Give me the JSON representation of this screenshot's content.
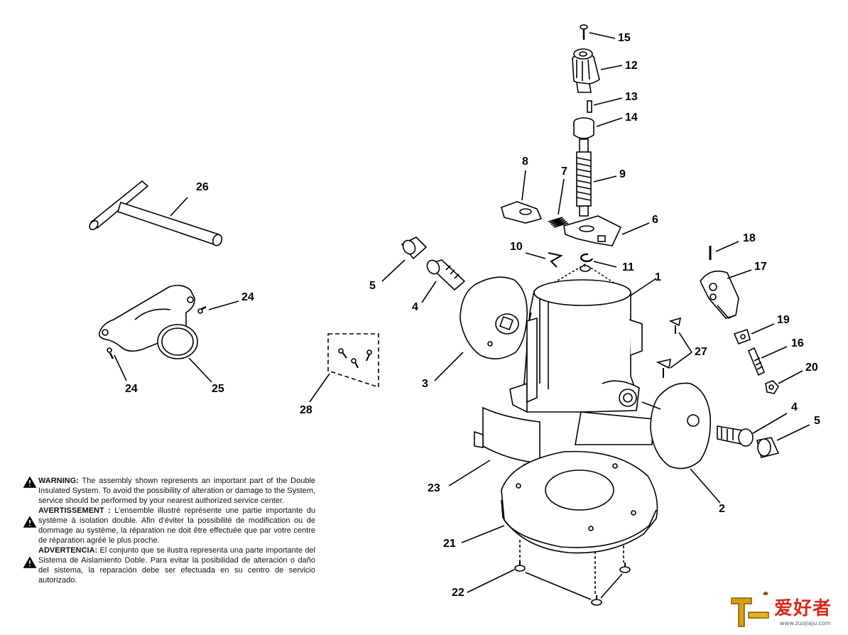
{
  "labels": {
    "l1": "1",
    "l2": "2",
    "l3": "3",
    "l4a": "4",
    "l4b": "4",
    "l5a": "5",
    "l5b": "5",
    "l6": "6",
    "l7": "7",
    "l8": "8",
    "l9": "9",
    "l10": "10",
    "l11": "11",
    "l12": "12",
    "l13": "13",
    "l14": "14",
    "l15": "15",
    "l16": "16",
    "l17": "17",
    "l18": "18",
    "l19": "19",
    "l20": "20",
    "l21": "21",
    "l22": "22",
    "l23": "23",
    "l24a": "24",
    "l24b": "24",
    "l25": "25",
    "l26": "26",
    "l27": "27",
    "l28": "28"
  },
  "warnings": {
    "en_title": "WARNING:",
    "en_body": "The assembly shown represents an important part of the Double Insulated System. To avoid the possibility of alteration or damage to the System, service should be performed by your nearest authorized service center.",
    "fr_title": "AVERTISSEMENT :",
    "fr_body": "L’ensemble illustré représente une partie importante du système à isolation double. Afin d’éviter la possibilité de modification ou de dommage au système, la réparation ne doit être effectuée que par votre centre de réparation agréé le plus proche.",
    "es_title": "ADVERTENCIA:",
    "es_body": "El conjunto que se ilustra representa una parte importante del Sistema de Aislamiento Doble. Para evitar la posibilidad de alteración o daño del sistema, la reparación debe ser efectuada en su centro de servicio autorizado."
  },
  "watermark": {
    "text": "爱好者",
    "url": "www.zuojiaju.com"
  }
}
